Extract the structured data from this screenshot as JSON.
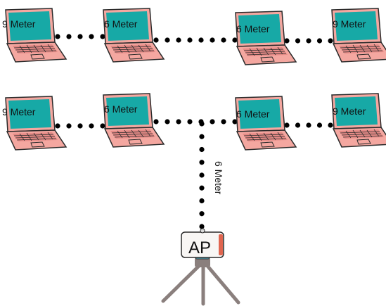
{
  "diagram": {
    "laptops": [
      {
        "label": "9 Meter"
      },
      {
        "label": "6 Meter"
      },
      {
        "label": "6 Meter"
      },
      {
        "label": "9 Meter"
      },
      {
        "label": "9 Meter"
      },
      {
        "label": "6 Meter"
      },
      {
        "label": "6 Meter"
      },
      {
        "label": "9 Meter"
      }
    ],
    "ap": {
      "label": "AP"
    },
    "uplink_label": "6 Meter"
  },
  "colors": {
    "screen": "#17a9a6",
    "laptop_body": "#f4a7a0",
    "keyboard": "#e58b87",
    "outline": "#2a2a2a",
    "dots": "#000000",
    "tripod": "#8a7f7d",
    "ap_accent": "#e0654f"
  }
}
